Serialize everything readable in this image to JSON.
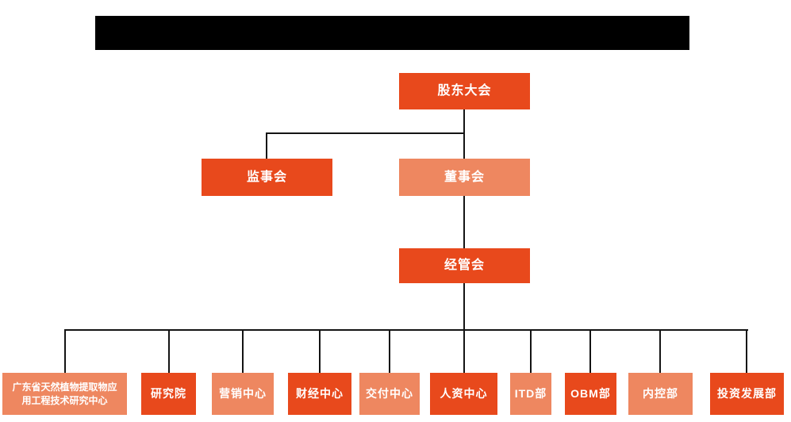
{
  "colors": {
    "primary_orange": "#e8491c",
    "light_orange": "#ee8760",
    "connector_line": "#141414",
    "node_text": "#ffffff",
    "redaction_bar": "#000000",
    "background": "#ffffff"
  },
  "org_chart": {
    "level1": {
      "label": "股东大会"
    },
    "level2": [
      {
        "label": "监事会"
      },
      {
        "label": "董事会"
      }
    ],
    "level3": {
      "label": "经管会"
    },
    "level4": [
      {
        "label": "广东省天然植物提取物应\n用工程技术研究中心"
      },
      {
        "label": "研究院"
      },
      {
        "label": "营销中心"
      },
      {
        "label": "财经中心"
      },
      {
        "label": "交付中心"
      },
      {
        "label": "人资中心"
      },
      {
        "label": "ITD部"
      },
      {
        "label": "OBM部"
      },
      {
        "label": "内控部"
      },
      {
        "label": "投资发展部"
      }
    ]
  }
}
